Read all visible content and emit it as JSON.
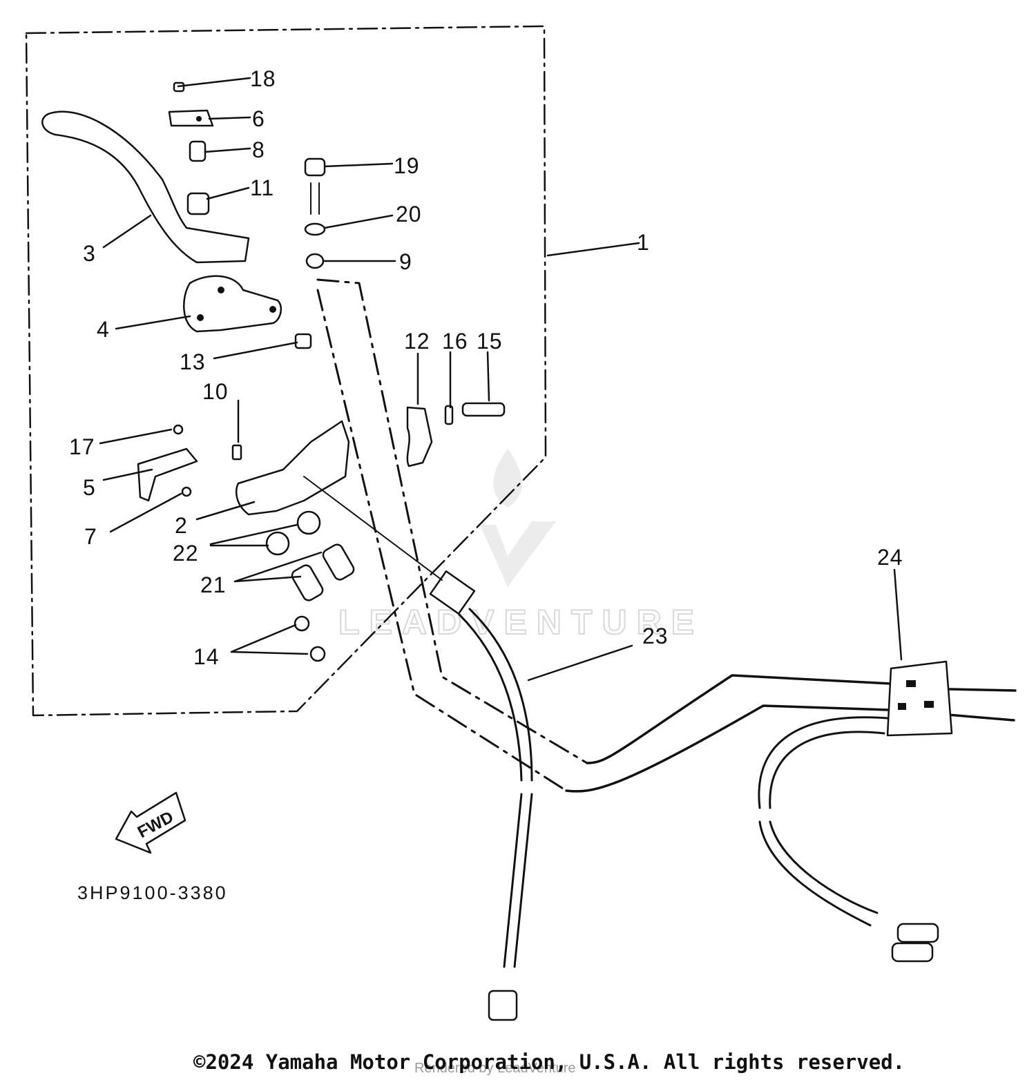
{
  "callouts": [
    {
      "id": "label-1",
      "text": "1"
    },
    {
      "id": "label-2",
      "text": "2"
    },
    {
      "id": "label-3",
      "text": "3"
    },
    {
      "id": "label-4",
      "text": "4"
    },
    {
      "id": "label-5",
      "text": "5"
    },
    {
      "id": "label-6",
      "text": "6"
    },
    {
      "id": "label-7",
      "text": "7"
    },
    {
      "id": "label-8",
      "text": "8"
    },
    {
      "id": "label-9",
      "text": "9"
    },
    {
      "id": "label-10",
      "text": "10"
    },
    {
      "id": "label-11",
      "text": "11"
    },
    {
      "id": "label-12",
      "text": "12"
    },
    {
      "id": "label-13",
      "text": "13"
    },
    {
      "id": "label-14",
      "text": "14"
    },
    {
      "id": "label-15",
      "text": "15"
    },
    {
      "id": "label-16",
      "text": "16"
    },
    {
      "id": "label-17",
      "text": "17"
    },
    {
      "id": "label-18",
      "text": "18"
    },
    {
      "id": "label-19",
      "text": "19"
    },
    {
      "id": "label-20",
      "text": "20"
    },
    {
      "id": "label-21",
      "text": "21"
    },
    {
      "id": "label-22",
      "text": "22"
    },
    {
      "id": "label-23",
      "text": "23"
    },
    {
      "id": "label-24",
      "text": "24"
    }
  ],
  "direction_label": "FWD",
  "diagram_code": "3HP9100-3380",
  "copyright": "©2024 Yamaha Motor Corporation, U.S.A. All rights reserved.",
  "watermark": {
    "brand": "LEADVENTURE",
    "tagline": "Rendered by LeadVenture"
  }
}
